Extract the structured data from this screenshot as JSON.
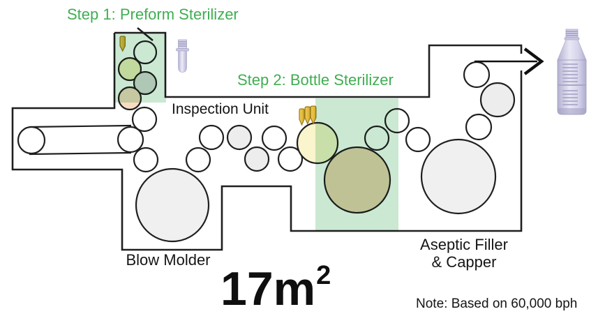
{
  "diagram": {
    "title_step1": "Step 1: Preform Sterilizer",
    "title_step2": "Step 2: Bottle Sterilizer",
    "inspection_label": "Inspection Unit",
    "blow_molder_label": "Blow Molder",
    "aseptic_line1": "Aseptic Filler",
    "aseptic_line2": "& Capper",
    "area_value": "17m",
    "area_superscript": "2",
    "note": "Note: Based on 60,000 bph"
  },
  "colors": {
    "accent_green_text": "#3fae51",
    "sterile_zone_green": "#bfe3c9",
    "machine_outline": "#1f1f1f",
    "preform_gold": "#e4b63a",
    "wheel_gray": "#f0f0f0",
    "heat_peach": "#f6d7ba",
    "entry_yellow": "#fbf5cd",
    "render_lavender": "#c9c7e0"
  },
  "icons": [
    "preform-icon",
    "preform-3d-render",
    "bottle-3d-render",
    "exit-arrow"
  ]
}
